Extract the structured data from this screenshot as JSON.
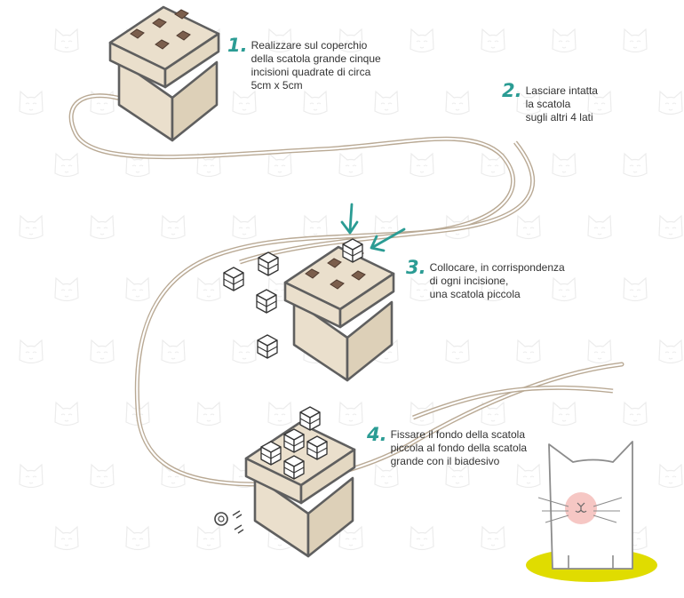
{
  "colors": {
    "accent": "#2b9c94",
    "box_fill": "#eadfcc",
    "box_stroke": "#5f5f5f",
    "hole": "#7b5e4c",
    "rope": "#b9a994",
    "cat_fill": "#ffffff",
    "cat_stroke": "#8c8c8c",
    "cat_nose": "#f6c7c4",
    "floor": "#e0dc00",
    "watermark": "#efefef"
  },
  "steps": [
    {
      "number": "1.",
      "lines": [
        "Realizzare sul coperchio",
        "della scatola grande cinque",
        "incisioni quadrate di circa",
        "5cm x 5cm"
      ]
    },
    {
      "number": "2.",
      "lines": [
        "Lasciare intatta",
        "la scatola",
        "sugli altri 4 lati"
      ]
    },
    {
      "number": "3.",
      "lines": [
        "Collocare, in corrispondenza",
        "di ogni incisione,",
        "una scatola piccola"
      ]
    },
    {
      "number": "4.",
      "lines": [
        "Fissare il fondo della scatola",
        "piccola al fondo della scatola",
        "grande con il biadesivo"
      ]
    }
  ],
  "icons": [
    "cardboard-box-icon",
    "small-box-icon",
    "arrow-icon",
    "tape-roll-icon",
    "cat-icon",
    "cat-watermark-icon"
  ]
}
